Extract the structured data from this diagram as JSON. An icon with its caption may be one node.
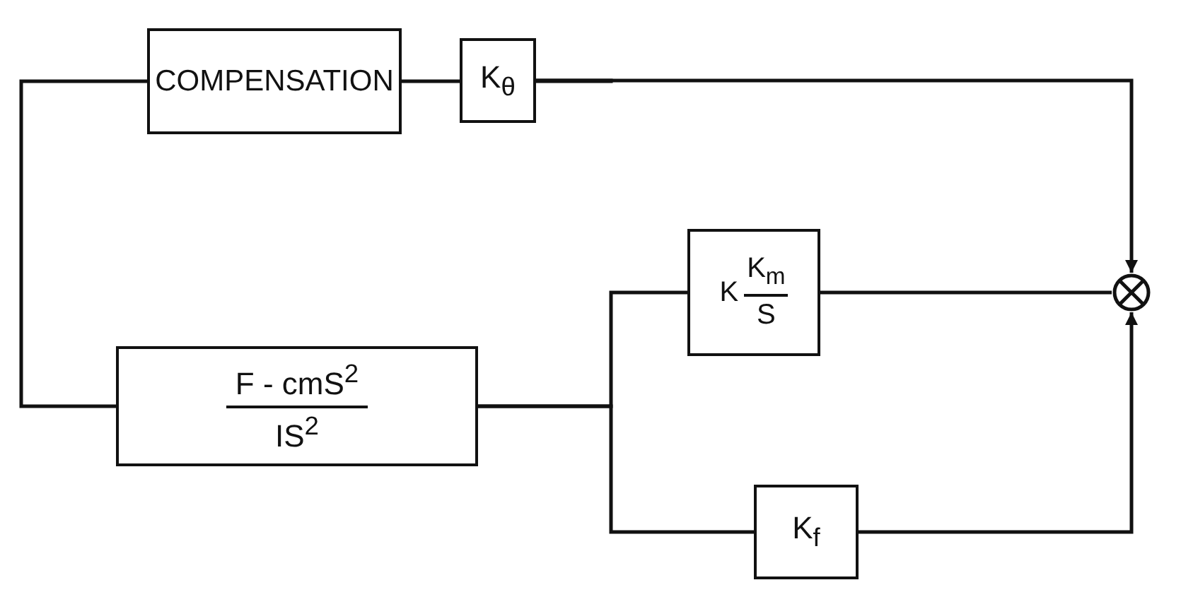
{
  "diagram": {
    "nodes": [
      {
        "text": [
          "COMPENSATION"
        ]
      },
      {
        "text": [
          "K$_{θ}$"
        ]
      },
      {
        "text": [
          "K",
          "K$_{m}$",
          "S"
        ]
      },
      {
        "text": [],
        "shape": "circle"
      },
      {
        "text": [
          "F - cmS$^{2}$",
          "IS$^{2}$"
        ]
      },
      {
        "text": [
          "K$_{f}$"
        ]
      }
    ],
    "edges": [
      {
        "from": 4,
        "to": 0,
        "arrow": "none"
      },
      {
        "from": 0,
        "to": 1,
        "arrow": "none"
      },
      {
        "from": 1,
        "to": 3,
        "arrow": "to"
      },
      {
        "from": 4,
        "to": 2,
        "arrow": "none"
      },
      {
        "from": 2,
        "to": 3,
        "arrow": "none"
      },
      {
        "from": 4,
        "to": 5,
        "arrow": "none"
      },
      {
        "from": 5,
        "to": 3,
        "arrow": "to"
      }
    ]
  }
}
